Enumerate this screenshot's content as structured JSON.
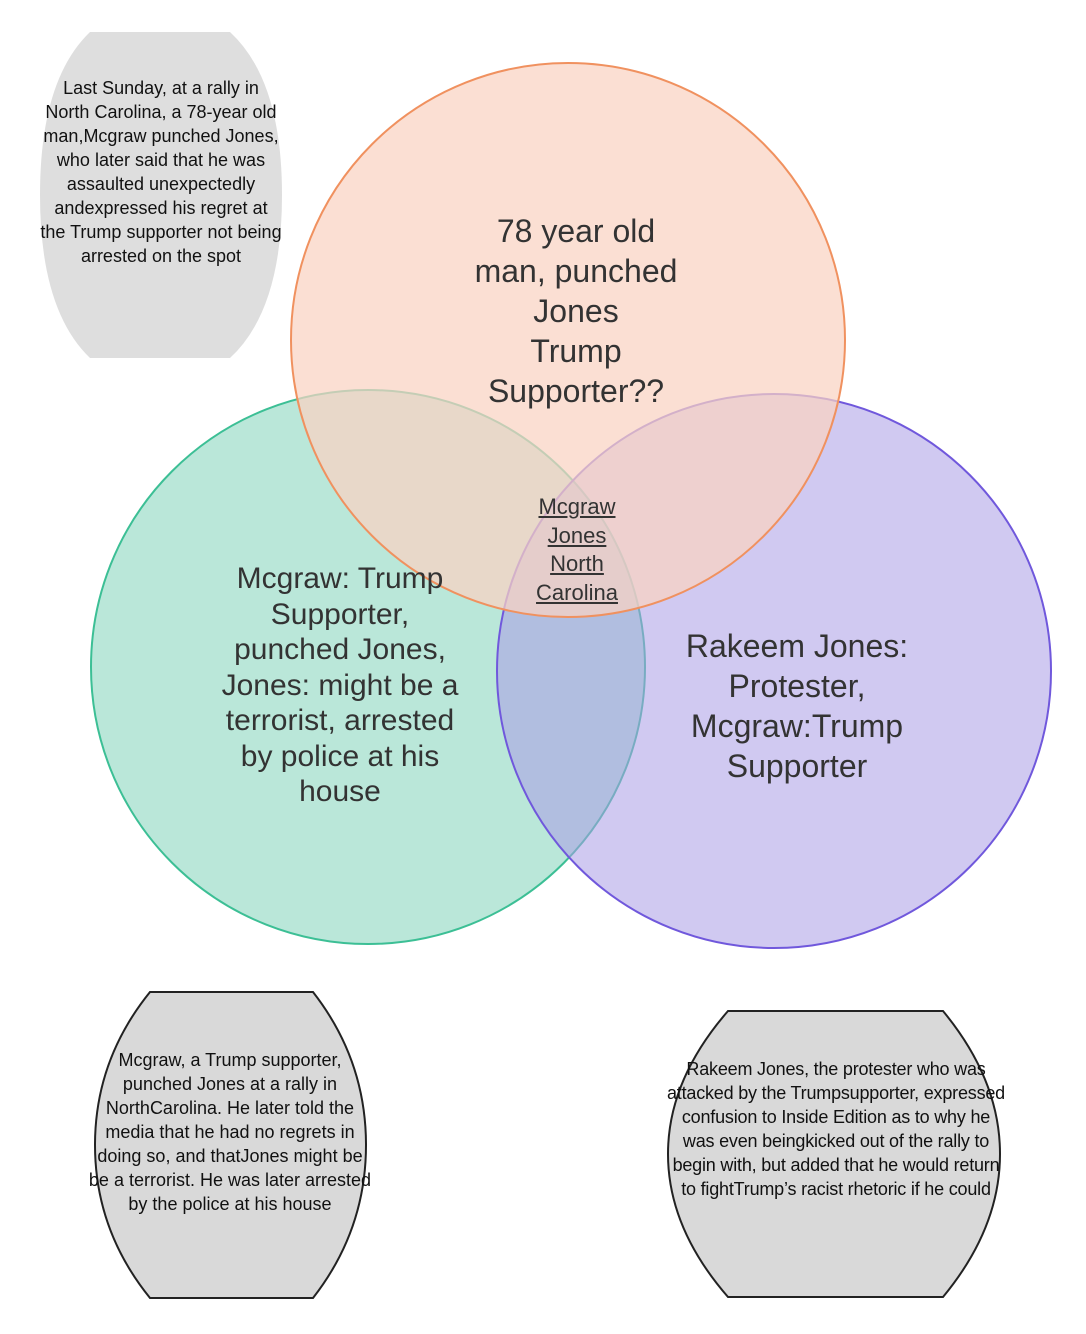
{
  "colors": {
    "top_circle_fill": "#fad3c2",
    "top_circle_stroke": "#f0915f",
    "left_circle_fill": "#8fd9c2",
    "left_circle_stroke": "#3cbf95",
    "right_circle_fill": "#a99de6",
    "right_circle_stroke": "#7058dc",
    "note_fill": "#d9d9d9",
    "note_stroke": "#222222",
    "text": "#333333"
  },
  "circles": {
    "top": {
      "lines": [
        "78 year old",
        "man, punched",
        "Jones",
        "Trump",
        "Supporter??"
      ]
    },
    "left": {
      "lines": [
        "Mcgraw: Trump",
        "Supporter,",
        "punched Jones,",
        "Jones: might be a",
        "terrorist, arrested",
        "by police at his",
        "house"
      ]
    },
    "right": {
      "lines": [
        "Rakeem Jones:",
        "Protester,",
        "Mcgraw:Trump",
        "Supporter"
      ]
    },
    "center": {
      "lines": [
        "Mcgraw",
        "Jones",
        "North",
        "Carolina"
      ]
    }
  },
  "notes": {
    "top_left": {
      "lines": [
        "Last Sunday, at a rally in",
        "North Carolina, a 78-year",
        "old man,Mcgraw punched",
        "Jones, who later said that",
        "he was assaulted",
        "unexpectedly",
        "andexpressed his regret",
        "at the Trump supporter",
        "not being arrested on the",
        "spot"
      ]
    },
    "bottom_left": {
      "lines": [
        "Mcgraw, a Trump supporter,",
        "punched Jones at a rally in",
        "NorthCarolina. He later told",
        "the media that he had no",
        "regrets in doing so, and",
        "thatJones might be be a",
        "terrorist. He was later arrested",
        "by the police at his house"
      ]
    },
    "bottom_right": {
      "lines": [
        "Rakeem Jones, the protester who",
        "was attacked by the Trumpsupporter,",
        "expressed confusion to Inside",
        "Edition as to why he was even",
        "beingkicked out of the rally to begin",
        "with, but added that he would return",
        "to fightTrump’s racist rhetoric if he",
        "could"
      ]
    }
  }
}
